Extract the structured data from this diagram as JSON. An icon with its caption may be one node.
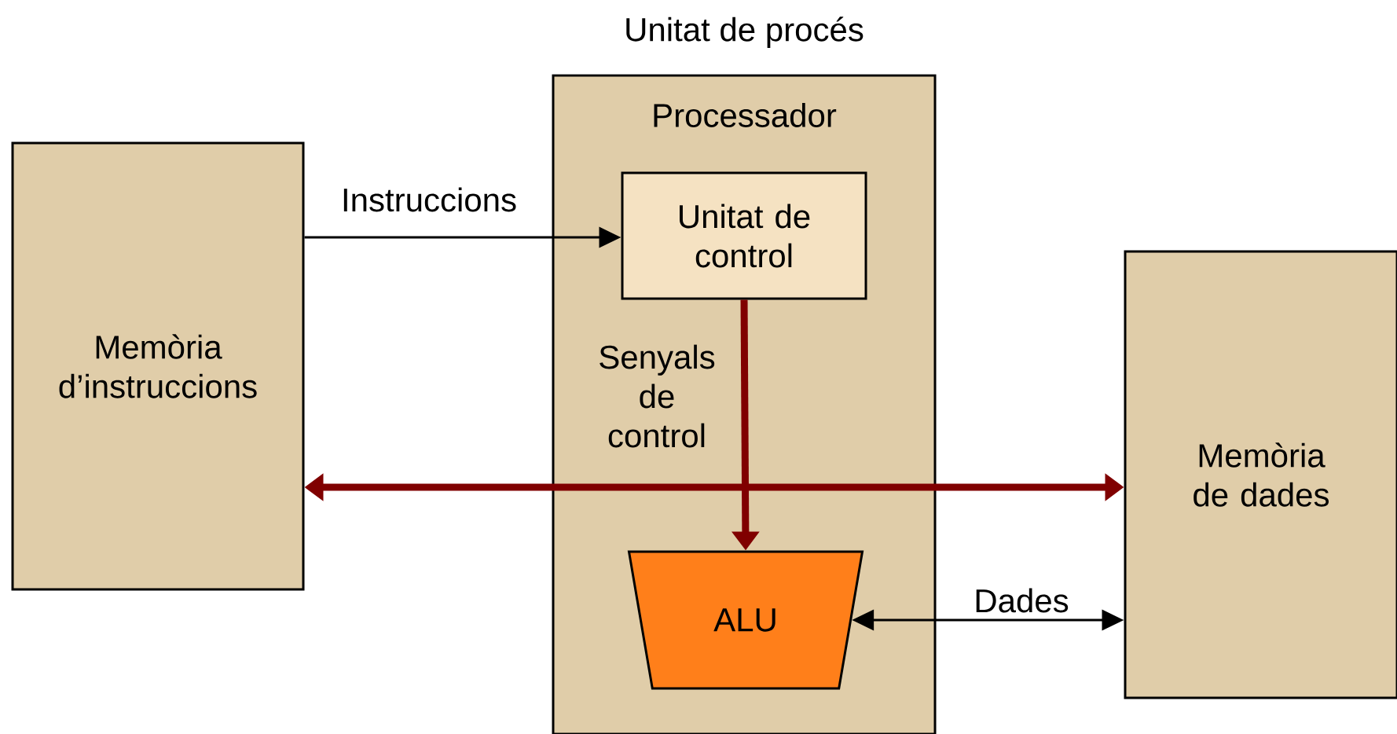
{
  "diagram": {
    "nodes": [
      {
        "text": [
          "Processador"
        ],
        "beside": [
          "Unitat de procés"
        ]
      },
      {
        "text": [
          "Unitat de control"
        ],
        "in": 0
      },
      {
        "text": [
          "ALU"
        ],
        "in": 0
      },
      {
        "text": [
          "Memòria d’instruccions"
        ]
      },
      {
        "text": [
          "Memòria de dades"
        ]
      }
    ],
    "edges": [
      {
        "from": 3,
        "to": 1,
        "arrow": "to",
        "label": "Instruccions"
      },
      {
        "from": 1,
        "to": 2,
        "arrow": "to",
        "label": "Senyals de control",
        "style": "thick",
        "color": "#800000"
      },
      {
        "from": 3,
        "to": 4,
        "arrow": "both",
        "style": "thick",
        "color": "#800000"
      },
      {
        "from": 2,
        "to": 4,
        "arrow": "both",
        "label": "Dades"
      }
    ]
  }
}
